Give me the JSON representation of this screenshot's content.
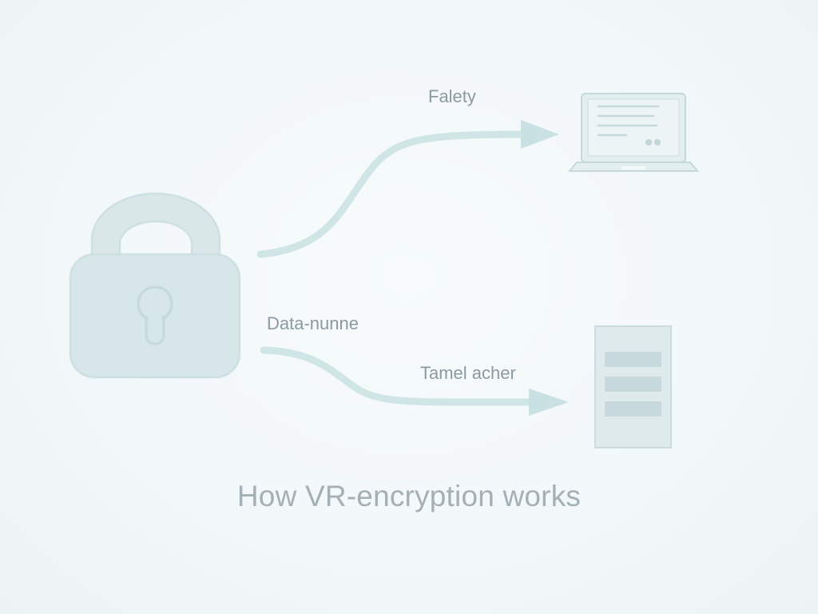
{
  "labels": {
    "top_arrow": "Falety",
    "middle": "Data-nunne",
    "bottom_arrow": "Tamel acher"
  },
  "caption": "How VR-encryption works",
  "colors": {
    "background": "#f2f7f9",
    "padlock_fill": "#d7e6e8",
    "padlock_stroke": "#c8dcdf",
    "arrow": "#cfe5e6",
    "laptop_fill": "#e6f0f1",
    "laptop_stroke": "#c5d8db",
    "server_fill": "#deeaec",
    "server_bars": "#c7d9dc",
    "label_text": "#8b9aa0",
    "caption_text": "#a4b0b5"
  },
  "icons": [
    "padlock-icon",
    "laptop-icon",
    "server-icon"
  ]
}
